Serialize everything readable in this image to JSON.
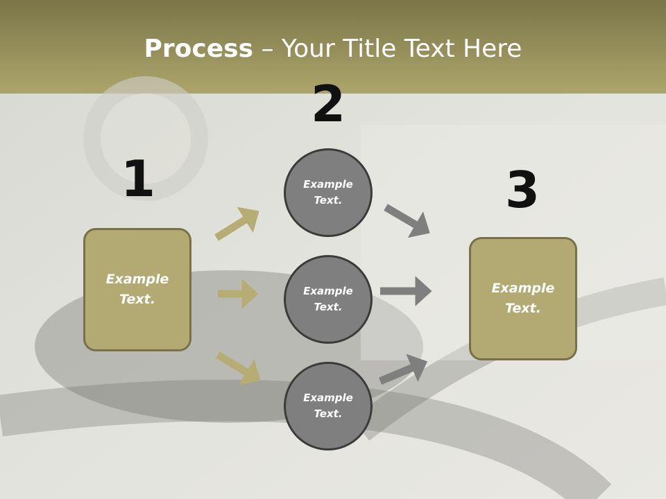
{
  "title": {
    "bold": "Process",
    "rest": " – Your Title Text Here"
  },
  "steps": [
    {
      "number": "1",
      "text": "Example\nText."
    },
    {
      "number": "2",
      "text": "Example\nText."
    },
    {
      "number": "3",
      "text": "Example\nText."
    }
  ],
  "circles": [
    {
      "text": "Example\nText."
    },
    {
      "text": "Example\nText."
    },
    {
      "text": "Example\nText."
    }
  ],
  "colors": {
    "header": "#a8a067",
    "box_fill": "#b2aa72",
    "circle_fill": "#7f7f7f",
    "arrow_gold": "#b5ad74",
    "arrow_gray": "#7f7f7f"
  }
}
